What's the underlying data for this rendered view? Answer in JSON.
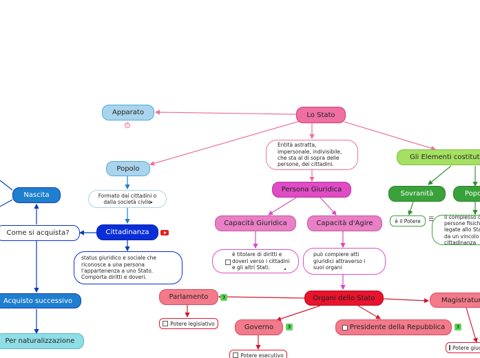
{
  "title": "Lo Stato",
  "colors": {
    "pink": "#ee6fa0",
    "pink_dark": "#d63a7a",
    "magenta": "#e04cc4",
    "red": "#e8132d",
    "salmon": "#f27a8a",
    "blue_light": "#a9d4ec",
    "blue": "#1f7fcf",
    "blue_dark": "#0a2fd8",
    "green": "#a6e063",
    "green_dark": "#3aa23a",
    "cyan": "#8fdde6"
  },
  "nodes": {
    "lo_stato": "Lo Stato",
    "apparato": "Apparato",
    "popolo": "Popolo",
    "popolo_note": "Formato dai cittadini o dalla società civile",
    "cittadinanza": "Cittadinanza",
    "cittadinanza_note": "status giuridico e sociale che riconosce a una persona l'appartenenza a uno Stato. Comporta diritti e doveri.",
    "come_si_acquista": "Come si acquista?",
    "nascita": "Nascita",
    "acquisto_successivo": "Acquisto successivo",
    "per_naturalizzazione": "Per naturalizzazione",
    "entita_note": "Entità astratta, impersonale, indivisibile, che sta al di sopra delle persone, dei cittadini.",
    "persona_giuridica": "Persona Giuridica",
    "capacita_giuridica": "Capacità Giuridica",
    "capacita_giuridica_note": "è titolare di diritti e doveri verso i cittadini e gli altri Stati.",
    "capacita_agire": "Capacità d'Agire",
    "capacita_agire_note": "può compiere atti giuridici attraverso i suoi organi",
    "organi": "Organi dello Stato",
    "parlamento": "Parlamento",
    "potere_legislativo": "Potere legislativo",
    "governo": "Governo",
    "potere_esecutivo": "Potere esecutivo",
    "presidente": "Presidente della Repubblica",
    "magistratura": "Magistratura",
    "potere_giudiziario": "Potere giudiziario",
    "elementi": "Gli Elementi costitutivi",
    "sovranita": "Sovranità",
    "sovranita_note": "è il Potere",
    "popolo2": "Popolo",
    "popolo2_note": "Il complesso delle persone fisiche legate allo Stato da un vincolo di cittadinanza"
  },
  "badges": {
    "parlamento": "3",
    "governo": "3",
    "presidente": "3"
  },
  "indicators": {
    "apparato_count": "0"
  }
}
